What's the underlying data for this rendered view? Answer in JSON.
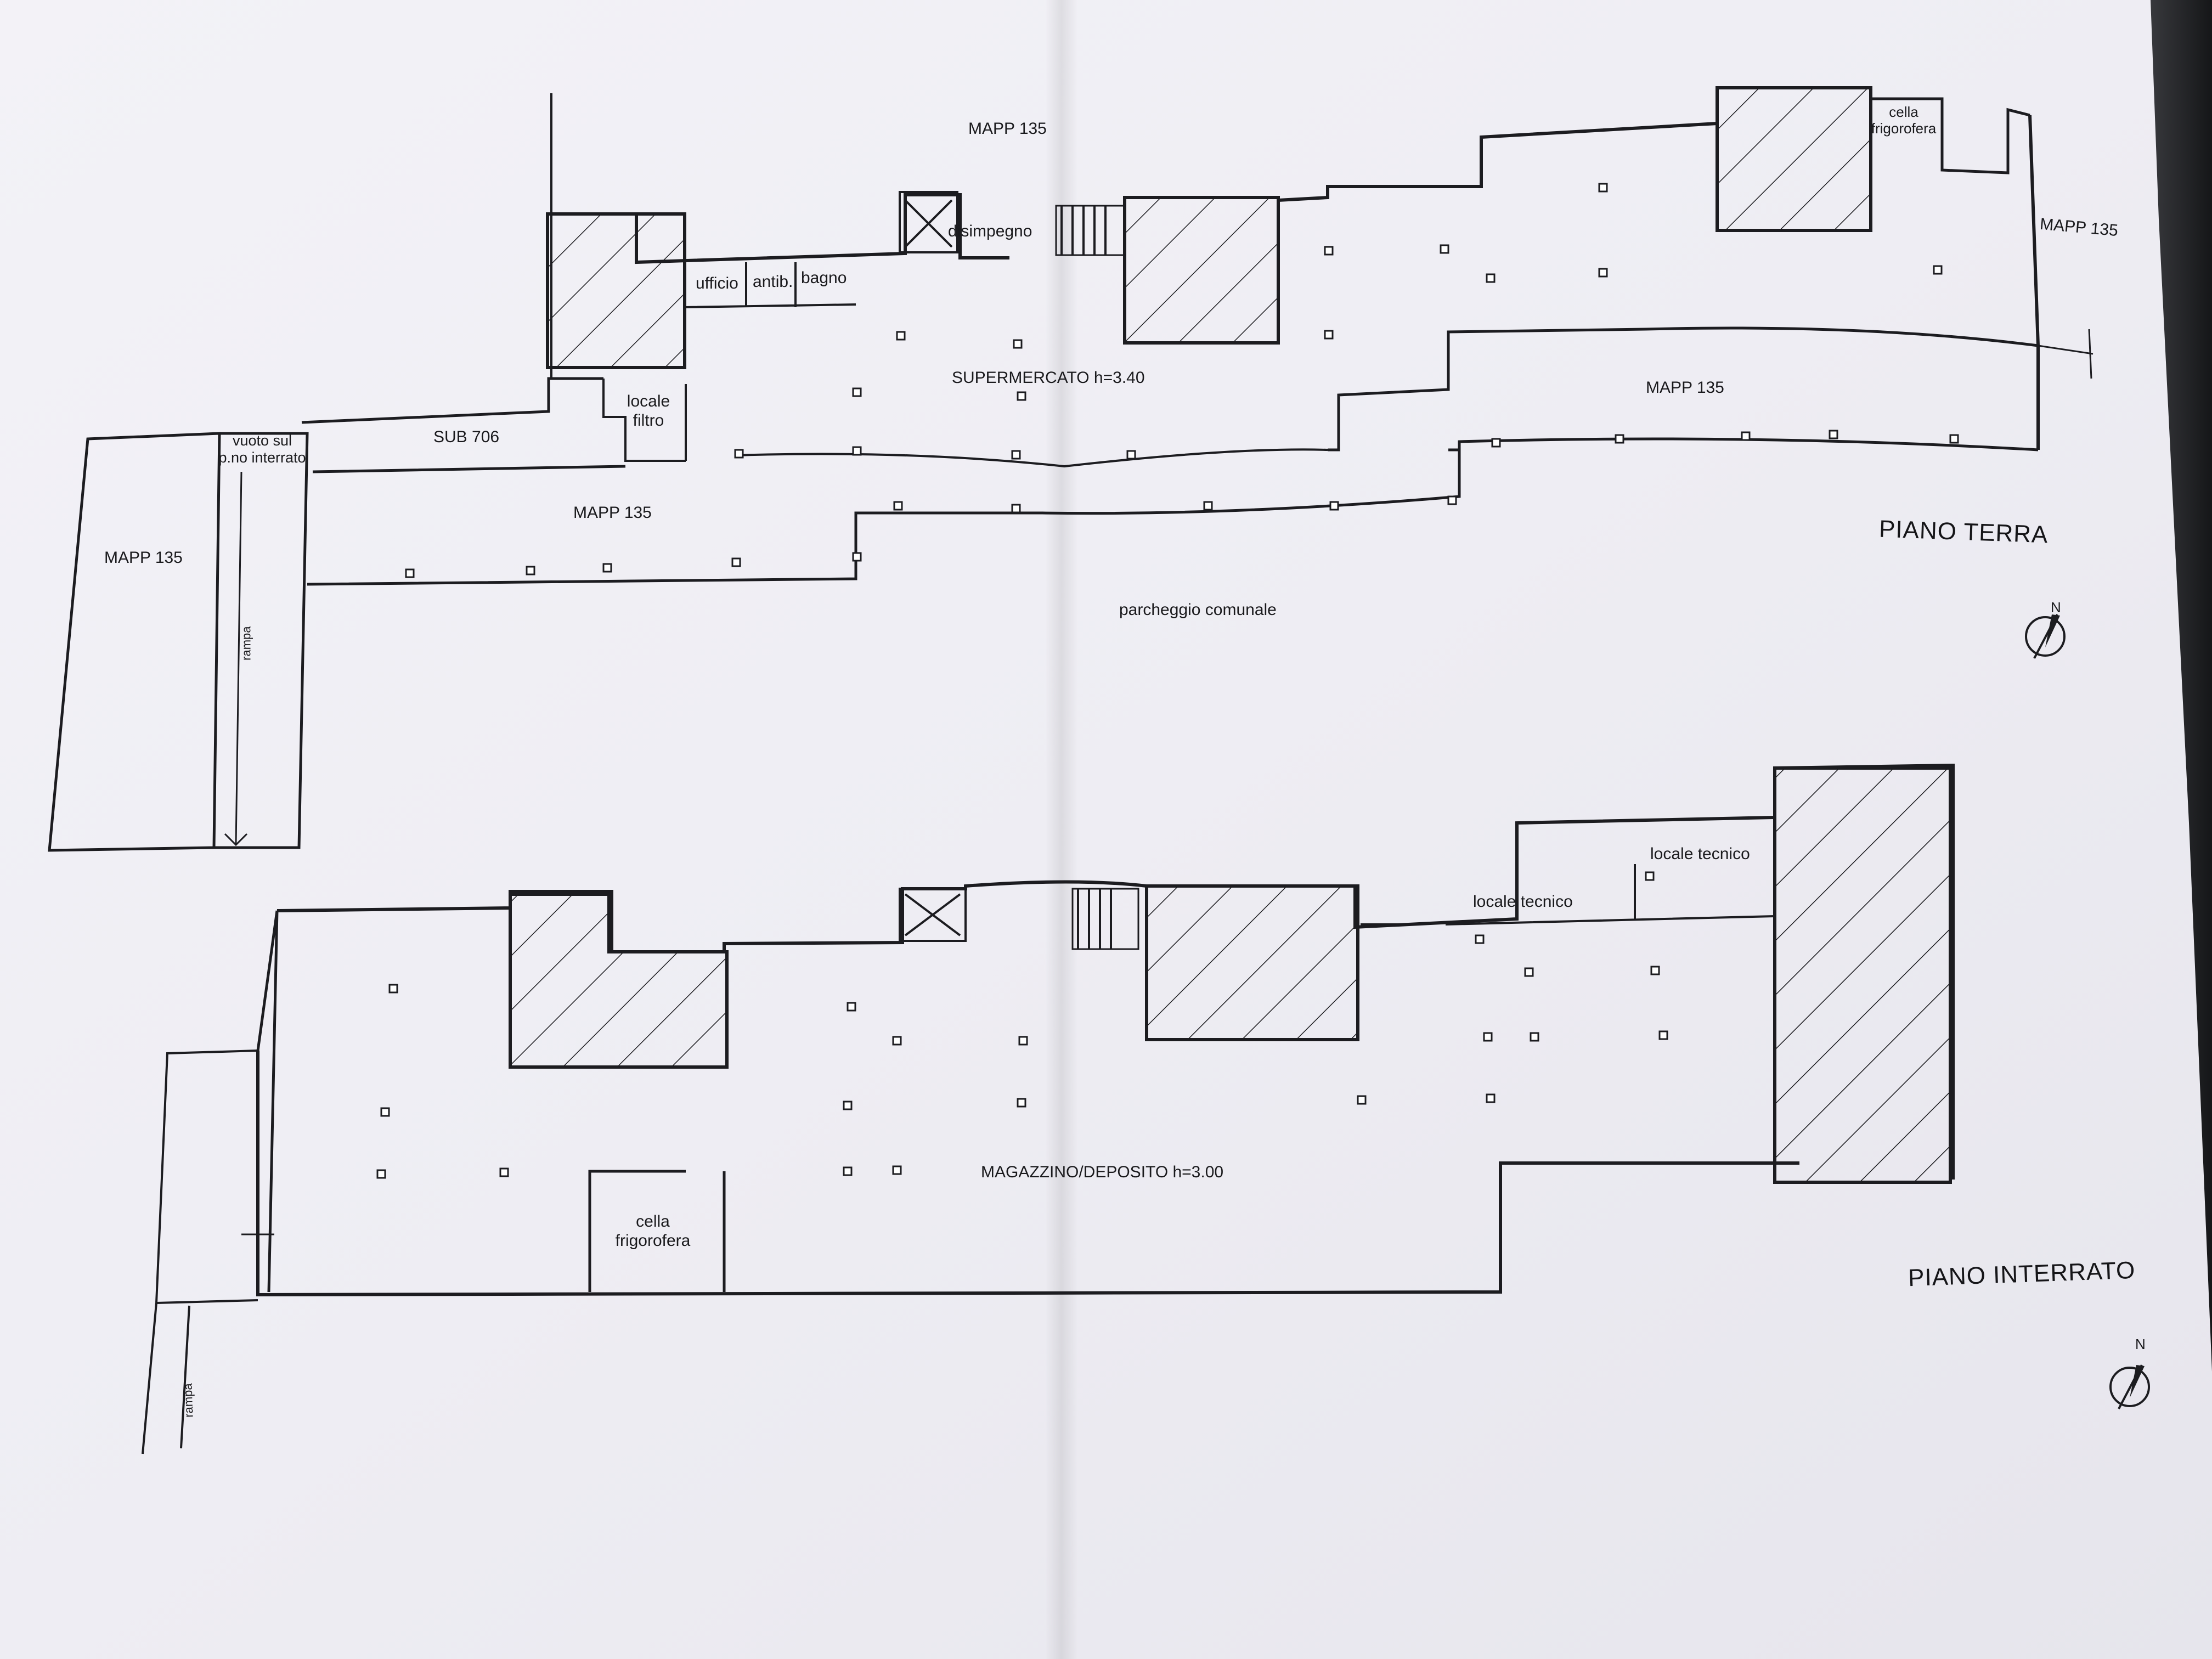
{
  "floors": {
    "ground": {
      "title": "PIANO TERRA",
      "labels": {
        "mapp_top": "MAPP 135",
        "mapp_right": "MAPP 135",
        "mapp_mid_right": "MAPP 135",
        "mapp_mid_left": "MAPP 135",
        "mapp_far_left": "MAPP 135",
        "cella": "cella\nfrigorofera",
        "disimpegno": "disimpegno",
        "ufficio": "ufficio",
        "antib": "antib.",
        "bagno": "bagno",
        "supermercato": "SUPERMERCATO h=3.40",
        "locale_filtro": "locale\nfiltro",
        "sub706": "SUB 706",
        "vuoto": "vuoto sul\np.no interrato",
        "rampa": "rampa",
        "parcheggio": "parcheggio comunale"
      },
      "north_label": "N"
    },
    "basement": {
      "title": "PIANO INTERRATO",
      "labels": {
        "locale_tecnico_1": "locale tecnico",
        "locale_tecnico_2": "locale tecnico",
        "magazzino": "MAGAZZINO/DEPOSITO h=3.00",
        "cella": "cella\nfrigorofera",
        "rampa": "rampa"
      },
      "north_label": "N"
    }
  },
  "colors": {
    "paper": "#f1f0f5",
    "ink": "#1c1c20",
    "background": "#2a2b2e"
  }
}
